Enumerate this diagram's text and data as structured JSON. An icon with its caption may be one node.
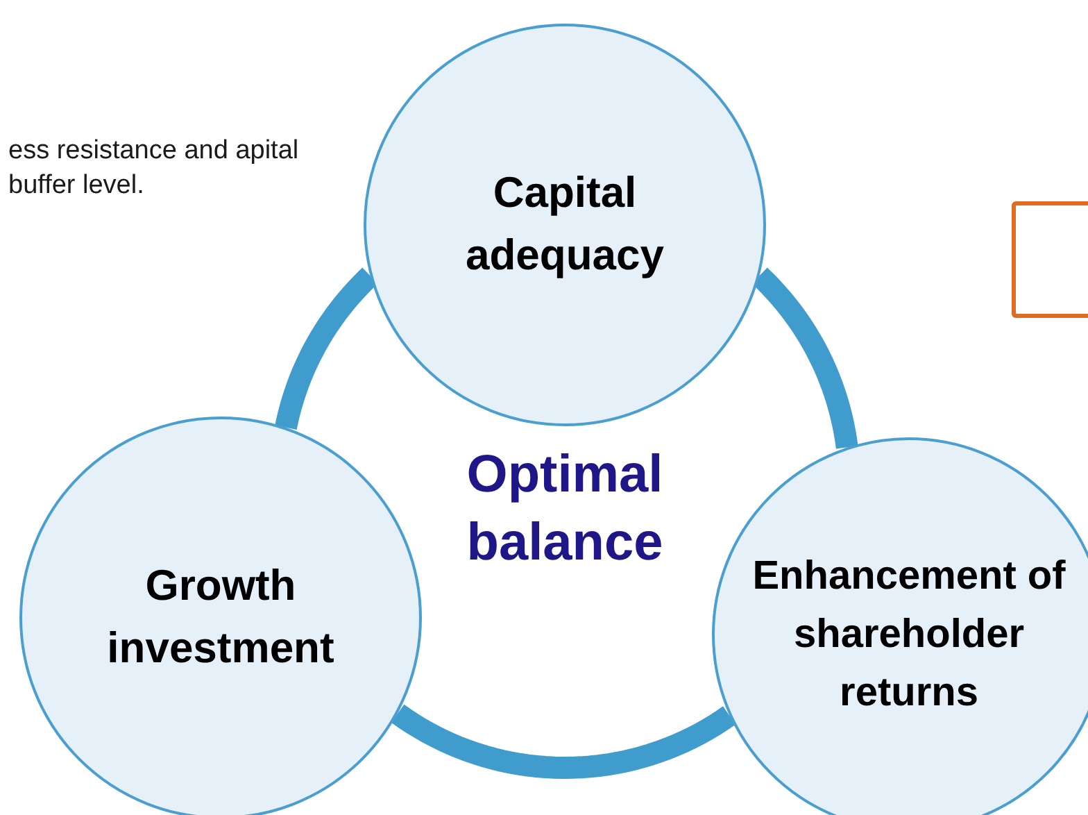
{
  "diagram": {
    "nodes": [
      {
        "text": [
          "Capital adequacy"
        ]
      },
      {
        "text": [
          "Growth investment"
        ]
      },
      {
        "text": [
          "Enhancement of shareholder returns"
        ]
      },
      {
        "text": [],
        "shape": "box"
      }
    ],
    "edges": [
      {
        "from": 0,
        "to": 2,
        "arrow": "none"
      },
      {
        "from": 2,
        "to": 1,
        "arrow": "none"
      },
      {
        "from": 1,
        "to": 0,
        "arrow": "none"
      }
    ],
    "labels": [
      "ess resistance and apital buffer level.",
      "Optimal balance"
    ]
  }
}
